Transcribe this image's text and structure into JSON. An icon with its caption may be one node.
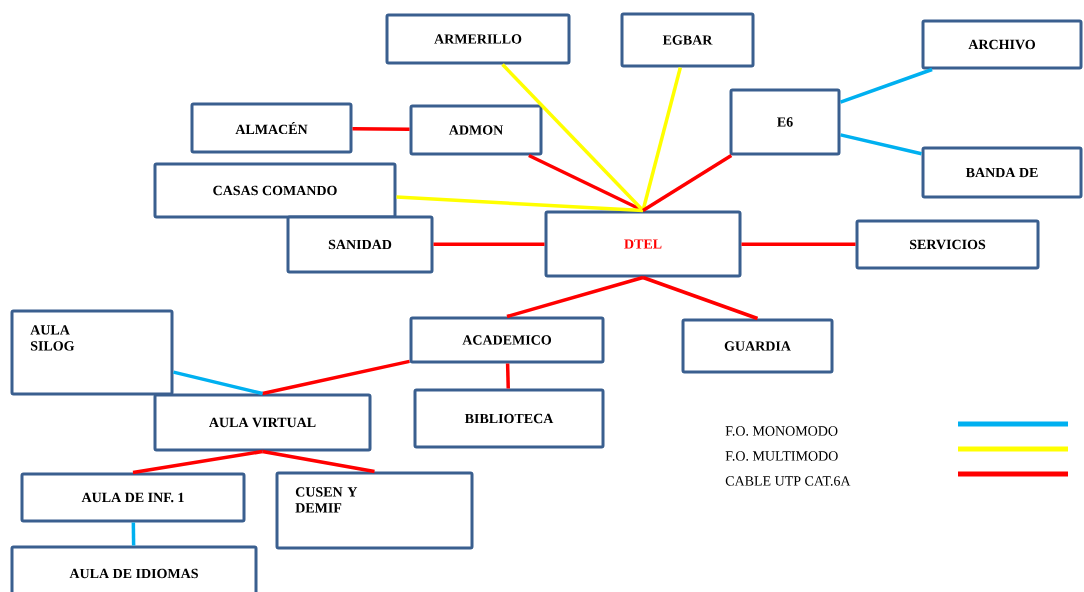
{
  "diagram": {
    "nodes": [
      {
        "text": [
          "ARMERILLO"
        ]
      },
      {
        "text": [
          "EGBAR"
        ]
      },
      {
        "text": [
          "ALMACÉN"
        ]
      },
      {
        "text": [
          "ADMON"
        ]
      },
      {
        "text": [
          "E6"
        ]
      },
      {
        "text": [
          "ARCHIVO"
        ]
      },
      {
        "text": [
          "BANDA DE"
        ]
      },
      {
        "text": [
          "CASAS COMANDO"
        ]
      },
      {
        "text": [
          "DTEL"
        ]
      },
      {
        "text": [
          "SANIDAD"
        ]
      },
      {
        "text": [
          "SERVICIOS"
        ]
      },
      {
        "text": [
          "AULA SILOG"
        ]
      },
      {
        "text": [
          "ACADEMICO"
        ]
      },
      {
        "text": [
          "GUARDIA"
        ]
      },
      {
        "text": [
          "AULA VIRTUAL"
        ]
      },
      {
        "text": [
          "BIBLIOTECA"
        ]
      },
      {
        "text": [
          "AULA DE INF. 1"
        ]
      },
      {
        "text": [
          "CUSEN Y DEMIF"
        ]
      },
      {
        "text": [
          "AULA DE IDIOMAS"
        ]
      }
    ],
    "edges": [
      {
        "from": 2,
        "to": 3,
        "arrow": "none"
      },
      {
        "from": 3,
        "to": 8,
        "arrow": "none"
      },
      {
        "from": 0,
        "to": 8,
        "arrow": "none",
        "color": "#ffff00"
      },
      {
        "from": 1,
        "to": 8,
        "arrow": "none",
        "color": "#ffff00"
      },
      {
        "from": 7,
        "to": 8,
        "arrow": "none",
        "color": "#ffff00"
      },
      {
        "from": 4,
        "to": 8,
        "arrow": "none"
      },
      {
        "from": 4,
        "to": 5,
        "arrow": "none",
        "color": "#00b0f0"
      },
      {
        "from": 4,
        "to": 6,
        "arrow": "none",
        "color": "#00b0f0"
      },
      {
        "from": 9,
        "to": 8,
        "arrow": "none"
      },
      {
        "from": 8,
        "to": 10,
        "arrow": "none"
      },
      {
        "from": 8,
        "to": 12,
        "arrow": "none"
      },
      {
        "from": 8,
        "to": 13,
        "arrow": "none"
      },
      {
        "from": 12,
        "to": 14,
        "arrow": "none"
      },
      {
        "from": 11,
        "to": 14,
        "arrow": "none",
        "color": "#00b0f0"
      },
      {
        "from": 12,
        "to": 15,
        "arrow": "none"
      },
      {
        "from": 14,
        "to": 16,
        "arrow": "none"
      },
      {
        "from": 14,
        "to": 17,
        "arrow": "none"
      },
      {
        "from": 16,
        "to": 18,
        "arrow": "none",
        "color": "#00b0f0"
      }
    ],
    "legend": [
      {
        "text": "F.O. MONOMODO",
        "color": "#00b0f0"
      },
      {
        "text": "F.O. MULTIMODO",
        "color": "#ffff00"
      },
      {
        "text": "CABLE UTP CAT.6A",
        "color": "#ff0000"
      }
    ]
  }
}
